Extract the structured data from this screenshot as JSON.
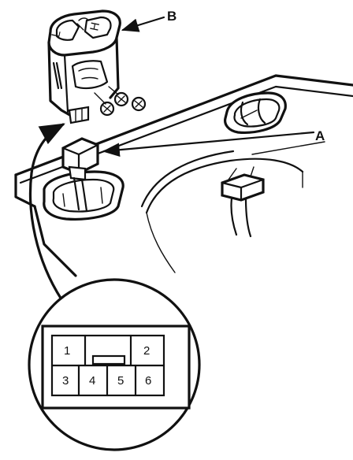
{
  "callouts": {
    "switch_label": "B",
    "connector_label": "A"
  },
  "connector_view": {
    "pins": [
      {
        "id": "pin-1",
        "label": "1"
      },
      {
        "id": "pin-2",
        "label": "2"
      },
      {
        "id": "pin-3",
        "label": "3"
      },
      {
        "id": "pin-4",
        "label": "4"
      },
      {
        "id": "pin-5",
        "label": "5"
      },
      {
        "id": "pin-6",
        "label": "6"
      }
    ]
  }
}
